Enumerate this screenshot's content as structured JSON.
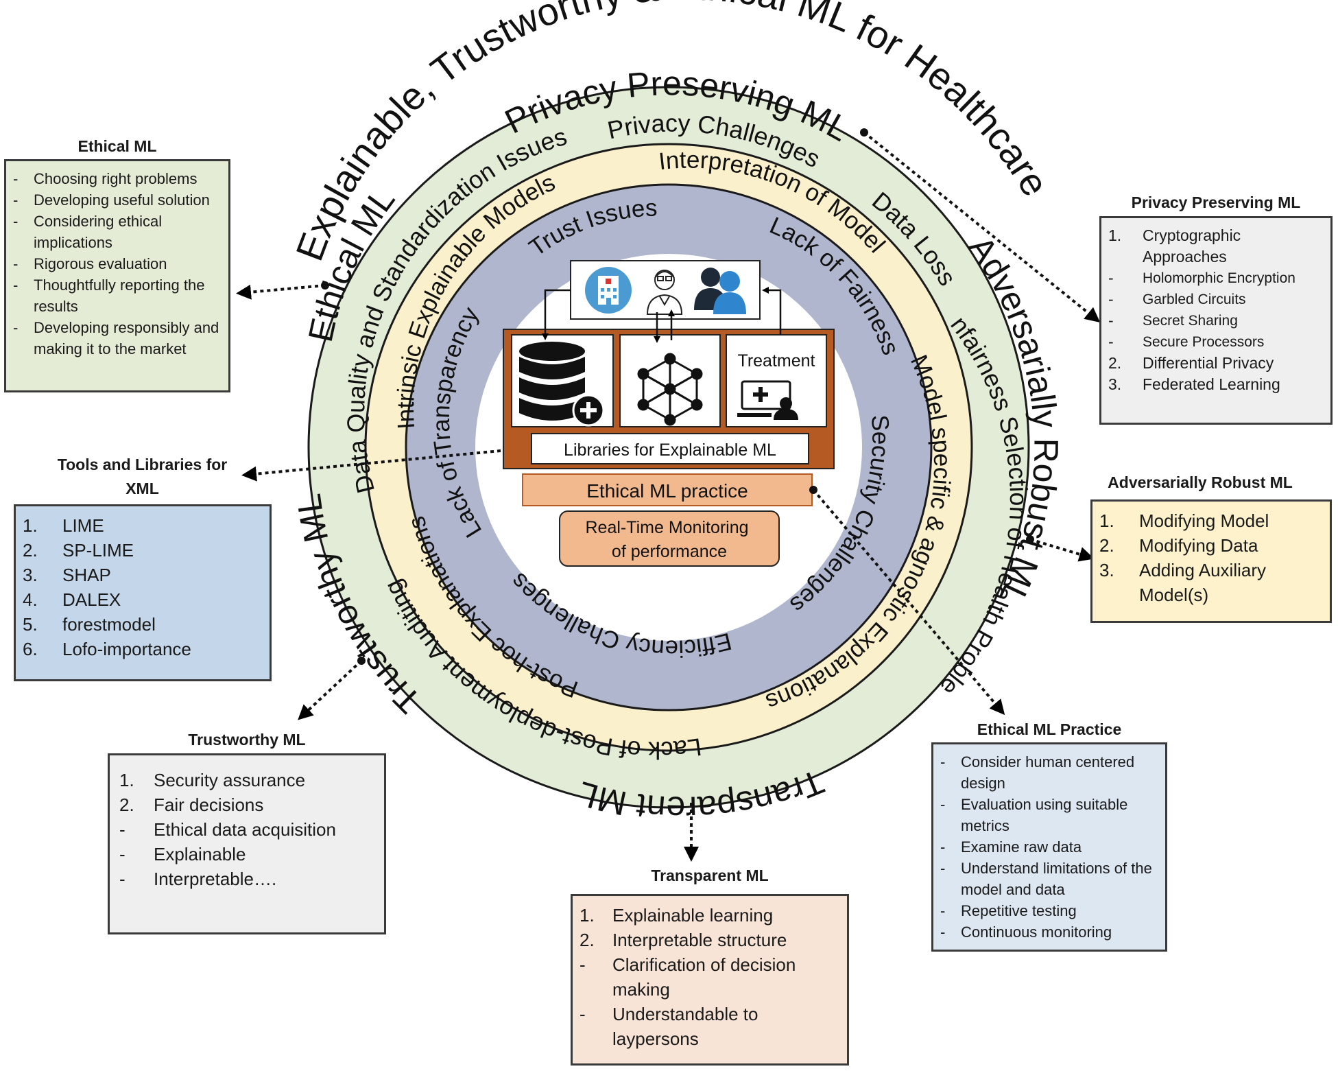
{
  "title": "Explainable, Trustworthy & Ethical ML for Healthcare",
  "colors": {
    "ring_outer": "#e3ecd6",
    "ring_mid": "#fbf0cc",
    "ring_inner": "#b0b6cd",
    "core": "#ffffff",
    "brown": "#b55a22",
    "salmon": "#f2b98f",
    "ethical_box": "#e4ecd6",
    "privacy_box": "#efefef",
    "adv_box": "#fdf2cc",
    "tools_box": "#c4d6ea",
    "trust_box": "#efefef",
    "transparent_box": "#f8e4d6",
    "practice_box": "#dde7f1"
  },
  "outer_ring": {
    "privacy": "Privacy Preserving ML",
    "adversarial": "Adversarially Robust ML",
    "transparent": "Transparent ML",
    "trustworthy": "Trustworthy ML",
    "ethical": "Ethical ML"
  },
  "middle_ring": {
    "privacy_challenges": "Privacy Challenges",
    "data_loss": "Data Loss",
    "unfairness": "Unfairness Selection of Health Problems",
    "post_deployment": "Lack of Post-deployment Auditing",
    "data_quality": "Data Quality and Standardization Issues"
  },
  "inner_ring": {
    "interpretation": "Interpretation of Model",
    "lack_fairness": "Lack of Fairness",
    "model_specific": "Model specific & agnostic Explanations",
    "security": "Security Challenges",
    "efficiency": "Efficiency Challenges",
    "post_hoc": "Post-hoc Explanations",
    "lack_transparency": "Lack of Transparency",
    "intrinsic": "Intrinsic Explainable Models",
    "trust_issues": "Trust Issues"
  },
  "center": {
    "treatment": "Treatment",
    "libraries": "Libraries for Explainable ML",
    "ethical_practice": "Ethical ML practice",
    "monitoring": [
      "Real-Time Monitoring",
      "of performance"
    ],
    "icons": [
      "hospital-icon",
      "doctor-icon",
      "patients-icon",
      "database-add-icon",
      "neural-network-icon",
      "telemedicine-icon"
    ]
  },
  "boxes": {
    "ethical": {
      "title": "Ethical ML",
      "items": [
        {
          "mk": "-",
          "text": "Choosing right problems"
        },
        {
          "mk": "-",
          "text": "Developing useful solution"
        },
        {
          "mk": "-",
          "text": "Considering ethical implications"
        },
        {
          "mk": "-",
          "text": "Rigorous evaluation"
        },
        {
          "mk": "-",
          "text": "Thoughtfully  reporting the results"
        },
        {
          "mk": "-",
          "text": "Developing responsibly and making it to the market"
        }
      ]
    },
    "privacy": {
      "title": "Privacy Preserving ML",
      "items": [
        {
          "mk": "1.",
          "text": "Cryptographic Approaches"
        },
        {
          "mk": "-",
          "text": "Holomorphic Encryption"
        },
        {
          "mk": "-",
          "text": "Garbled Circuits"
        },
        {
          "mk": "-",
          "text": "Secret Sharing"
        },
        {
          "mk": "-",
          "text": "Secure Processors"
        },
        {
          "mk": "2.",
          "text": "Differential Privacy"
        },
        {
          "mk": "3.",
          "text": "Federated Learning"
        }
      ]
    },
    "adversarial": {
      "title": "Adversarially Robust ML",
      "items": [
        {
          "mk": "1.",
          "text": "Modifying Model"
        },
        {
          "mk": "2.",
          "text": "Modifying Data"
        },
        {
          "mk": "3.",
          "text": "Adding Auxiliary Model(s)"
        }
      ]
    },
    "tools": {
      "title_lines": [
        "Tools and Libraries for",
        "XML"
      ],
      "items": [
        {
          "mk": "1.",
          "text": "LIME"
        },
        {
          "mk": "2.",
          "text": "SP-LIME"
        },
        {
          "mk": "3.",
          "text": "SHAP"
        },
        {
          "mk": "4.",
          "text": "DALEX"
        },
        {
          "mk": "5.",
          "text": "forestmodel"
        },
        {
          "mk": "6.",
          "text": "Lofo-importance"
        }
      ]
    },
    "trustworthy": {
      "title": "Trustworthy ML",
      "items": [
        {
          "mk": "1.",
          "text": "Security assurance"
        },
        {
          "mk": "2.",
          "text": "Fair decisions"
        },
        {
          "mk": "-",
          "text": "Ethical data acquisition"
        },
        {
          "mk": "-",
          "text": "Explainable"
        },
        {
          "mk": "-",
          "text": "Interpretable…."
        }
      ]
    },
    "transparent": {
      "title": "Transparent ML",
      "items": [
        {
          "mk": "1.",
          "text": "Explainable learning"
        },
        {
          "mk": "2.",
          "text": "Interpretable structure"
        },
        {
          "mk": "-",
          "text": "Clarification of decision making"
        },
        {
          "mk": "-",
          "text": "Understandable to laypersons"
        }
      ]
    },
    "practice": {
      "title": "Ethical ML Practice",
      "items": [
        {
          "mk": "-",
          "text": "Consider human centered design"
        },
        {
          "mk": "-",
          "text": "Evaluation using suitable metrics"
        },
        {
          "mk": "-",
          "text": "Examine raw data"
        },
        {
          "mk": "-",
          "text": "Understand limitations of the model and data"
        },
        {
          "mk": "-",
          "text": "Repetitive testing"
        },
        {
          "mk": "-",
          "text": "Continuous monitoring"
        }
      ]
    }
  }
}
